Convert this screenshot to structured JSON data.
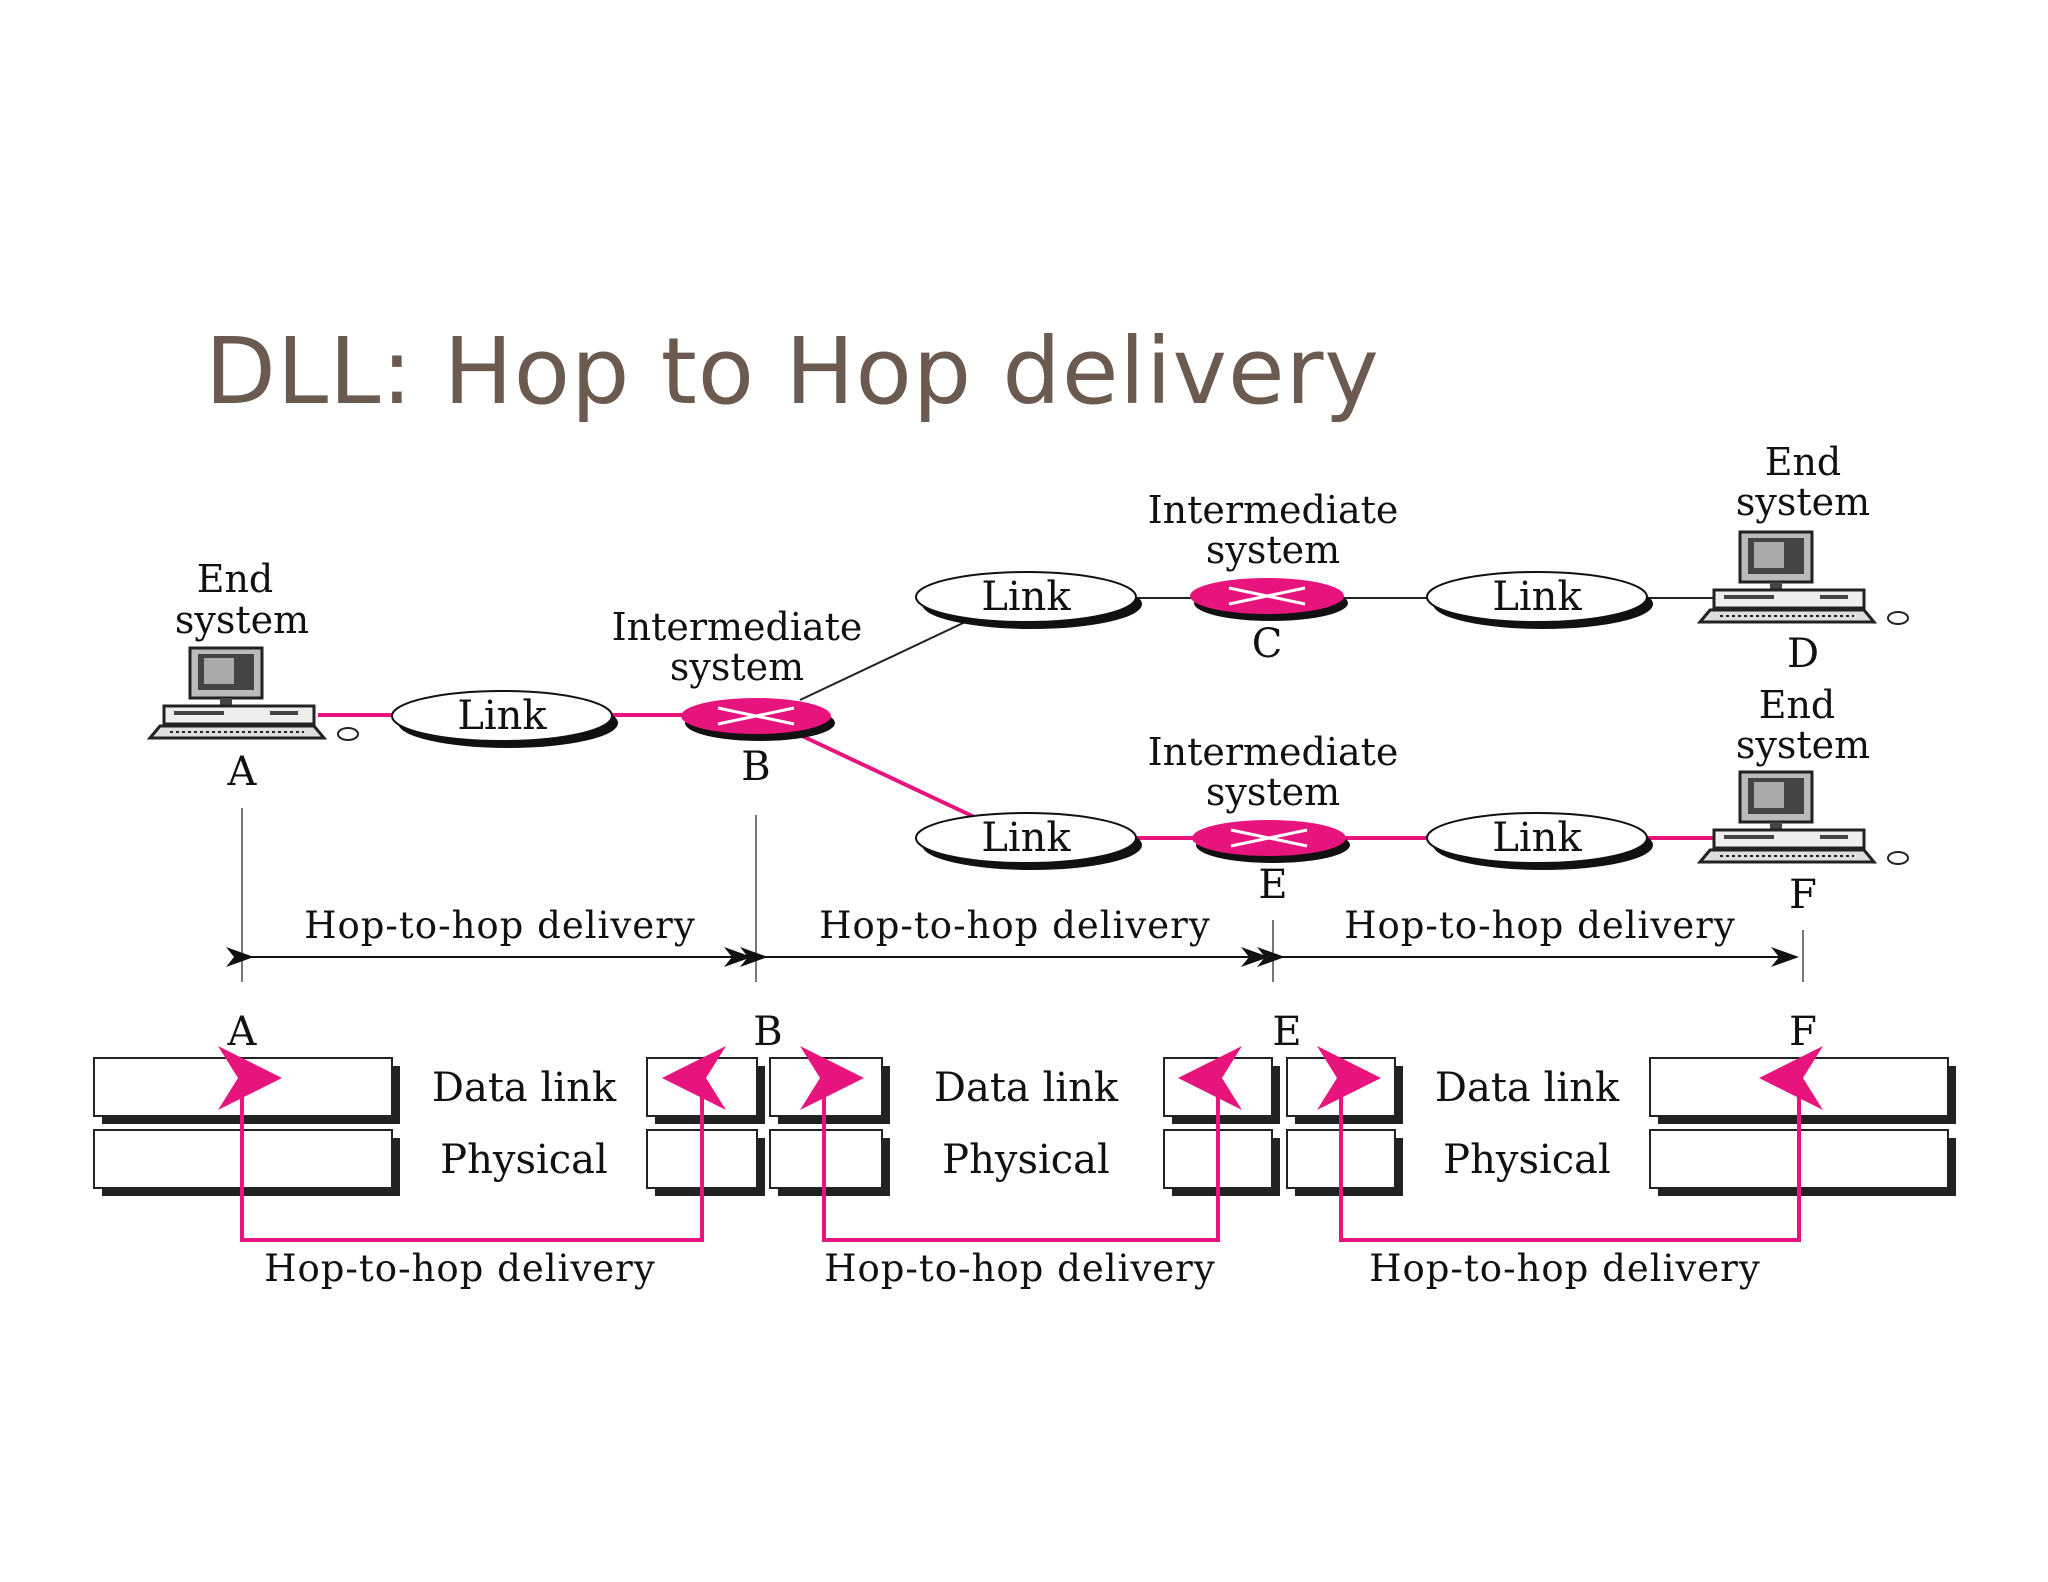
{
  "title": "DLL: Hop to Hop delivery",
  "nodes": {
    "A": {
      "role": "End\nsystem",
      "id": "A"
    },
    "B": {
      "role": "Intermediate\nsystem",
      "id": "B"
    },
    "C": {
      "role": "Intermediate\nsystem",
      "id": "C"
    },
    "D": {
      "role": "End\nsystem",
      "id": "D"
    },
    "E": {
      "role": "Intermediate\nsystem",
      "id": "E"
    },
    "F": {
      "role": "End\nsystem",
      "id": "F"
    }
  },
  "labels": {
    "end": "End",
    "system": "system",
    "intermediate": "Intermediate",
    "link": "Link",
    "hop": "Hop-to-hop delivery",
    "data_link": "Data link",
    "physical": "Physical"
  },
  "colors": {
    "accent": "#e6147c",
    "title": "#6b5a50"
  }
}
